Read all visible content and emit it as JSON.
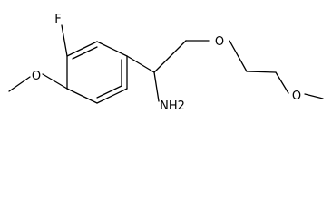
{
  "structure": {
    "atoms": {
      "fluorine": "F",
      "ring_ether_oxygen": "O",
      "chain_oxygen_1": "O",
      "chain_oxygen_2": "O",
      "amine": "NH2"
    }
  }
}
